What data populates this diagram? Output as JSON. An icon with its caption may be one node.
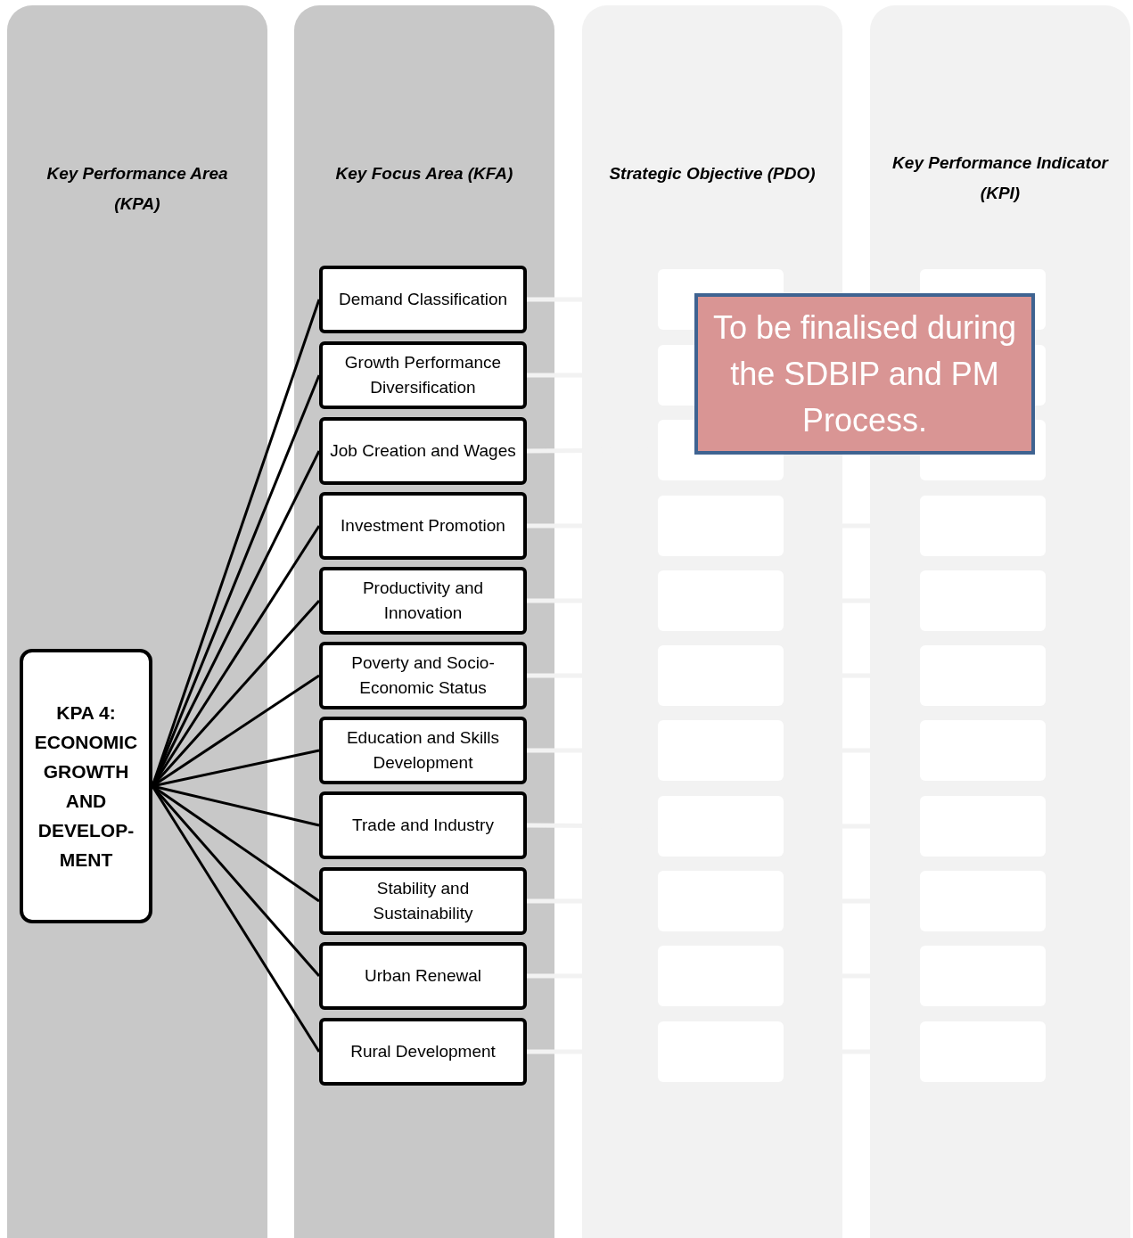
{
  "diagram": {
    "nodes": [
      {
        "text": [
          "Key Performance Area (KPA)"
        ]
      },
      {
        "text": [
          "Key Focus Area (KFA)"
        ]
      },
      {
        "text": [
          "Strategic Objective (PDO)"
        ]
      },
      {
        "text": [
          "Key Performance Indicator (KPI)"
        ]
      },
      {
        "text": [
          "KPA 4: ECONOMIC GROWTH AND DEVELOP- MENT"
        ],
        "in": 0
      },
      {
        "text": [
          "Demand Classification"
        ],
        "in": 1
      },
      {
        "text": [
          "Growth Performance Diversification"
        ],
        "in": 1
      },
      {
        "text": [
          "Job Creation and Wages"
        ],
        "in": 1
      },
      {
        "text": [
          "Investment Promotion"
        ],
        "in": 1
      },
      {
        "text": [
          "Productivity and Innovation"
        ],
        "in": 1
      },
      {
        "text": [
          "Poverty and Socio-Economic Status"
        ],
        "in": 1
      },
      {
        "text": [
          "Education and Skills Development"
        ],
        "in": 1
      },
      {
        "text": [
          "Trade and Industry"
        ],
        "in": 1
      },
      {
        "text": [
          "Stability and Sustainability"
        ],
        "in": 1
      },
      {
        "text": [
          "Urban Renewal"
        ],
        "in": 1
      },
      {
        "text": [
          "Rural Development"
        ],
        "in": 1
      },
      {
        "text": [],
        "shape": "box",
        "in": 2
      },
      {
        "text": [],
        "shape": "box",
        "in": 2
      },
      {
        "text": [],
        "shape": "box",
        "in": 2
      },
      {
        "text": [],
        "shape": "box",
        "in": 2
      },
      {
        "text": [],
        "shape": "box",
        "in": 2
      },
      {
        "text": [],
        "shape": "box",
        "in": 2
      },
      {
        "text": [],
        "shape": "box",
        "in": 2
      },
      {
        "text": [],
        "shape": "box",
        "in": 2
      },
      {
        "text": [],
        "shape": "box",
        "in": 2
      },
      {
        "text": [],
        "shape": "box",
        "in": 2
      },
      {
        "text": [],
        "shape": "box",
        "in": 2
      },
      {
        "text": [],
        "shape": "box",
        "in": 3
      },
      {
        "text": [],
        "shape": "box",
        "in": 3
      },
      {
        "text": [],
        "shape": "box",
        "in": 3
      },
      {
        "text": [],
        "shape": "box",
        "in": 3
      },
      {
        "text": [],
        "shape": "box",
        "in": 3
      },
      {
        "text": [],
        "shape": "box",
        "in": 3
      },
      {
        "text": [],
        "shape": "box",
        "in": 3
      },
      {
        "text": [],
        "shape": "box",
        "in": 3
      },
      {
        "text": [],
        "shape": "box",
        "in": 3
      },
      {
        "text": [],
        "shape": "box",
        "in": 3
      },
      {
        "text": [],
        "shape": "box",
        "in": 3
      },
      {
        "text": [
          "To be finalised during the SDBIP and PM Process."
        ]
      }
    ],
    "edges": [
      {
        "from": 4,
        "to": 5,
        "arrow": "none",
        "color": "#000000"
      },
      {
        "from": 4,
        "to": 6,
        "arrow": "none",
        "color": "#000000"
      },
      {
        "from": 4,
        "to": 7,
        "arrow": "none",
        "color": "#000000"
      },
      {
        "from": 4,
        "to": 8,
        "arrow": "none",
        "color": "#000000"
      },
      {
        "from": 4,
        "to": 9,
        "arrow": "none",
        "color": "#000000"
      },
      {
        "from": 4,
        "to": 10,
        "arrow": "none",
        "color": "#000000"
      },
      {
        "from": 4,
        "to": 11,
        "arrow": "none",
        "color": "#000000"
      },
      {
        "from": 4,
        "to": 12,
        "arrow": "none",
        "color": "#000000"
      },
      {
        "from": 4,
        "to": 13,
        "arrow": "none",
        "color": "#000000"
      },
      {
        "from": 4,
        "to": 14,
        "arrow": "none",
        "color": "#000000"
      },
      {
        "from": 4,
        "to": 15,
        "arrow": "none",
        "color": "#000000"
      },
      {
        "from": 5,
        "to": 16,
        "arrow": "none",
        "color": "#f2f2f2"
      },
      {
        "from": 6,
        "to": 17,
        "arrow": "none",
        "color": "#f2f2f2"
      },
      {
        "from": 7,
        "to": 18,
        "arrow": "none",
        "color": "#f2f2f2"
      },
      {
        "from": 8,
        "to": 19,
        "arrow": "none",
        "color": "#f2f2f2"
      },
      {
        "from": 9,
        "to": 20,
        "arrow": "none",
        "color": "#f2f2f2"
      },
      {
        "from": 10,
        "to": 21,
        "arrow": "none",
        "color": "#f2f2f2"
      },
      {
        "from": 11,
        "to": 22,
        "arrow": "none",
        "color": "#f2f2f2"
      },
      {
        "from": 12,
        "to": 23,
        "arrow": "none",
        "color": "#f2f2f2"
      },
      {
        "from": 13,
        "to": 24,
        "arrow": "none",
        "color": "#f2f2f2"
      },
      {
        "from": 14,
        "to": 25,
        "arrow": "none",
        "color": "#f2f2f2"
      },
      {
        "from": 15,
        "to": 26,
        "arrow": "none",
        "color": "#f2f2f2"
      },
      {
        "from": 19,
        "to": 30,
        "arrow": "none",
        "color": "#f2f2f2"
      },
      {
        "from": 20,
        "to": 31,
        "arrow": "none",
        "color": "#f2f2f2"
      },
      {
        "from": 21,
        "to": 32,
        "arrow": "none",
        "color": "#f2f2f2"
      },
      {
        "from": 22,
        "to": 33,
        "arrow": "none",
        "color": "#f2f2f2"
      },
      {
        "from": 23,
        "to": 34,
        "arrow": "none",
        "color": "#f2f2f2"
      },
      {
        "from": 24,
        "to": 35,
        "arrow": "none",
        "color": "#f2f2f2"
      },
      {
        "from": 25,
        "to": 36,
        "arrow": "none",
        "color": "#f2f2f2"
      },
      {
        "from": 26,
        "to": 37,
        "arrow": "none",
        "color": "#f2f2f2"
      }
    ]
  }
}
